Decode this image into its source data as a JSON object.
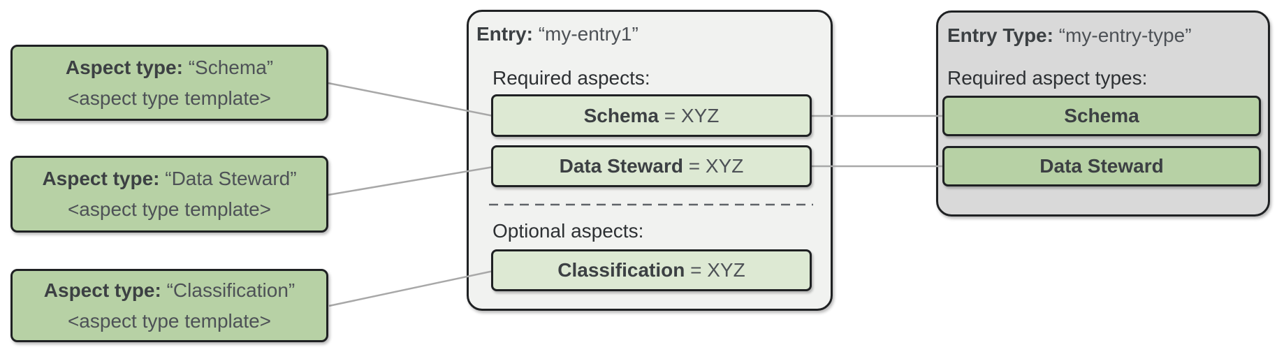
{
  "left_boxes": [
    {
      "label": "Aspect type:",
      "name": "“Schema”",
      "template": "<aspect type template>"
    },
    {
      "label": "Aspect type:",
      "name": "“Data Steward”",
      "template": "<aspect type template>"
    },
    {
      "label": "Aspect type:",
      "name": "“Classification”",
      "template": "<aspect type template>"
    }
  ],
  "entry_box": {
    "title_label": "Entry:",
    "title_name": "“my-entry1”",
    "required_heading": "Required aspects:",
    "optional_heading": "Optional aspects:",
    "required_aspects": [
      {
        "name": "Schema",
        "value": "= XYZ"
      },
      {
        "name": "Data Steward",
        "value": "= XYZ"
      }
    ],
    "optional_aspects": [
      {
        "name": "Classification",
        "value": "= XYZ"
      }
    ]
  },
  "entry_type_box": {
    "title_label": "Entry Type:",
    "title_name": "“my-entry-type”",
    "required_heading": "Required aspect types:",
    "aspect_types": [
      {
        "name": "Schema"
      },
      {
        "name": "Data Steward"
      }
    ]
  },
  "colors": {
    "aspect_green": "#b7d1a5",
    "aspect_green_light": "#dde9d3",
    "entry_panel_gray": "#f1f2f0",
    "entry_type_panel_gray": "#d9d9d9",
    "border_dark": "#1f2123",
    "connector_gray": "#a8a8a8"
  }
}
